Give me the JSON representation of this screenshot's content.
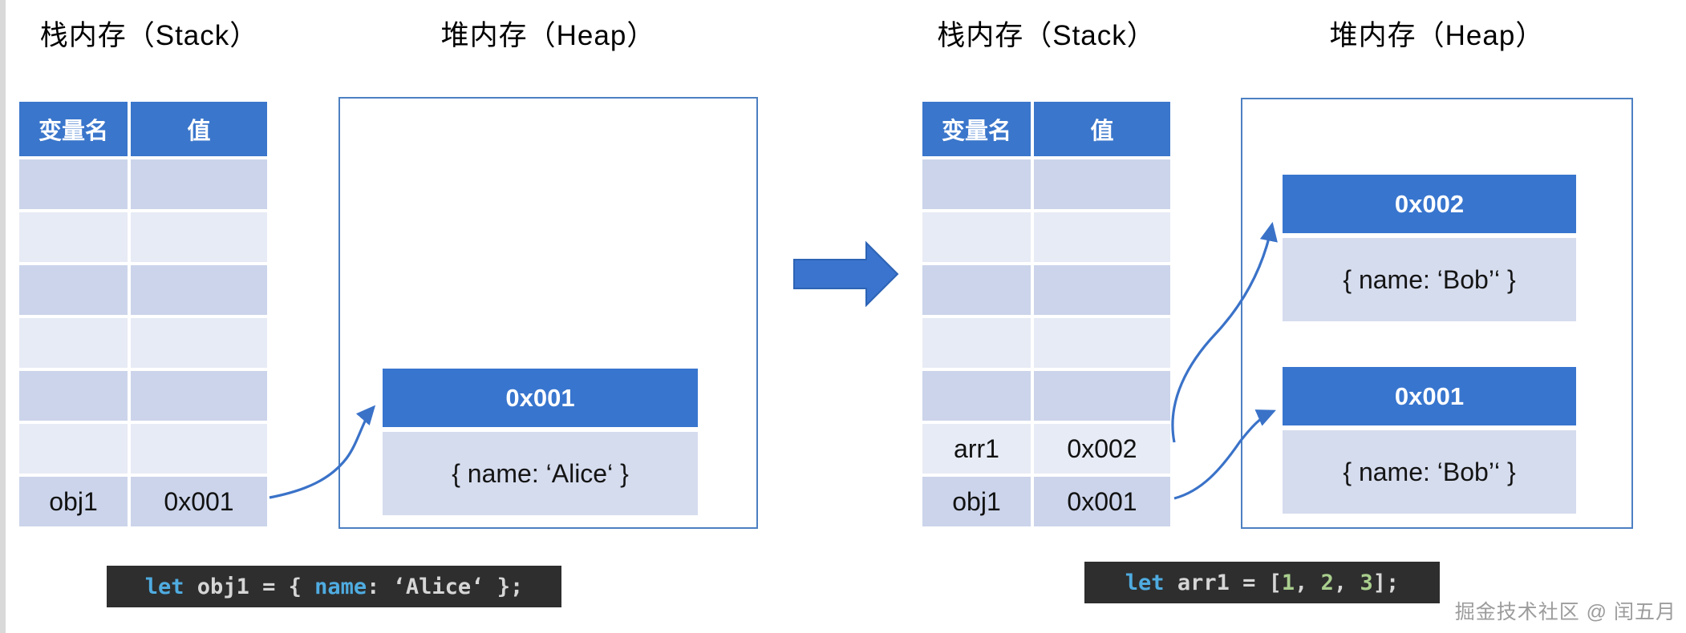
{
  "colors": {
    "table_header_bg": "#3a76cb",
    "row_dark": "#cbd4ea",
    "row_light": "#e7ebf5",
    "heap_border": "#4d80c2",
    "heap_addr_bg": "#3875ce",
    "heap_obj_bg": "#d5dcee",
    "arrow_blue": "#3a72c8",
    "big_arrow_fill": "#3b74ce",
    "code_bg": "#2e2e2e",
    "code_keyword": "#4face1",
    "code_plain": "#d6d6d6",
    "code_number": "#a9ce8e"
  },
  "left_panel": {
    "stack_title": "栈内存（Stack）",
    "heap_title": "堆内存（Heap）",
    "table": {
      "headers": [
        "变量名",
        "值"
      ],
      "rows": [
        [
          "",
          ""
        ],
        [
          "",
          ""
        ],
        [
          "",
          ""
        ],
        [
          "",
          ""
        ],
        [
          "",
          ""
        ],
        [
          "",
          ""
        ],
        [
          "obj1",
          "0x001"
        ]
      ]
    },
    "heap_blocks": [
      {
        "address": "0x001",
        "content": "{ name: ‘Alice‘ }"
      }
    ],
    "code": {
      "kw1": "let",
      "pl1": " obj1 = { ",
      "kw2": "name",
      "pl2": ": ",
      "str": "‘Alice‘",
      "pl3": " };"
    }
  },
  "right_panel": {
    "stack_title": "栈内存（Stack）",
    "heap_title": "堆内存（Heap）",
    "table": {
      "headers": [
        "变量名",
        "值"
      ],
      "rows": [
        [
          "",
          ""
        ],
        [
          "",
          ""
        ],
        [
          "",
          ""
        ],
        [
          "",
          ""
        ],
        [
          "",
          ""
        ],
        [
          "arr1",
          "0x002"
        ],
        [
          "obj1",
          "0x001"
        ]
      ]
    },
    "heap_blocks": [
      {
        "address": "0x002",
        "content": "{ name: ‘Bob’‘ }"
      },
      {
        "address": "0x001",
        "content": "{ name: ‘Bob’‘ }"
      }
    ],
    "code": {
      "kw1": "let",
      "pl1": " arr1 = [",
      "n1": "1",
      "pl2": ", ",
      "n2": "2",
      "pl3": ", ",
      "n3": "3",
      "pl4": "];"
    }
  },
  "watermark": "掘金技术社区 @ 闰五月"
}
